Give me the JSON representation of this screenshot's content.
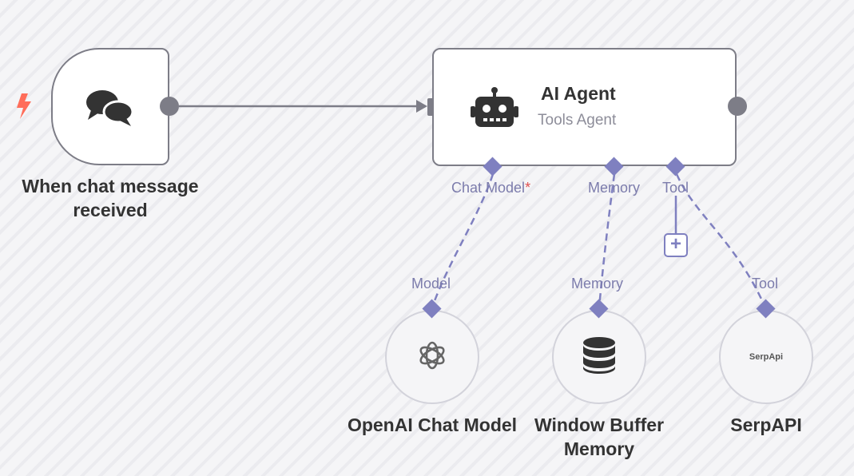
{
  "nodes": {
    "trigger": {
      "title_line1": "When chat message",
      "title_line2": "received",
      "icon": "chat-bubbles-icon"
    },
    "agent": {
      "title": "AI Agent",
      "subtitle": "Tools Agent",
      "icon": "robot-icon"
    },
    "openai": {
      "title": "OpenAI Chat Model",
      "icon": "openai-icon"
    },
    "memory": {
      "title_line1": "Window Buffer",
      "title_line2": "Memory",
      "icon": "database-icon"
    },
    "serpapi": {
      "title": "SerpAPI",
      "icon_text": "SerpApi"
    }
  },
  "agent_inputs": {
    "chat_model": "Chat Model",
    "required_marker": "*",
    "memory": "Memory",
    "tool": "Tool"
  },
  "sub_outputs": {
    "model": "Model",
    "memory": "Memory",
    "tool": "Tool"
  },
  "add_tool_label": "+",
  "colors": {
    "connector": "#7f80c0",
    "node_border": "#7d7d87",
    "trigger_bolt": "#ff6d5a",
    "required": "#e05050"
  }
}
